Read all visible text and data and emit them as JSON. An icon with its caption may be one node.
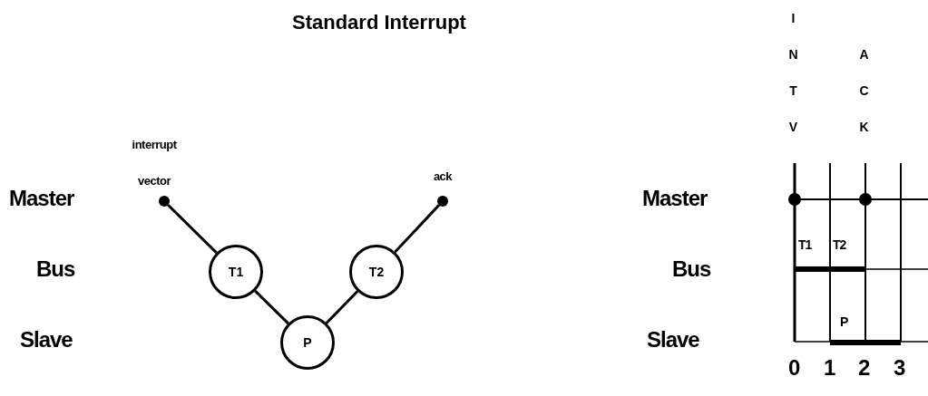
{
  "diagram": {
    "title": "Standard Interrupt",
    "nodes": [
      {
        "text": [
          "interrupt vector"
        ]
      },
      {
        "text": [
          "ack"
        ]
      },
      {
        "text": [
          "T1"
        ]
      },
      {
        "text": [
          "T2"
        ]
      },
      {
        "text": [
          "P"
        ]
      }
    ],
    "edges": [
      {
        "from": 0,
        "to": 2,
        "arrow": "none"
      },
      {
        "from": 2,
        "to": 4,
        "arrow": "none"
      },
      {
        "from": 4,
        "to": 3,
        "arrow": "none"
      },
      {
        "from": 3,
        "to": 1,
        "arrow": "none"
      }
    ],
    "labels": [
      "Master",
      "Bus",
      "Slave",
      "INTV",
      "ACK",
      "Master",
      "Bus",
      "Slave",
      "T1",
      "T2",
      "P",
      "0",
      "1",
      "2",
      "3"
    ]
  }
}
